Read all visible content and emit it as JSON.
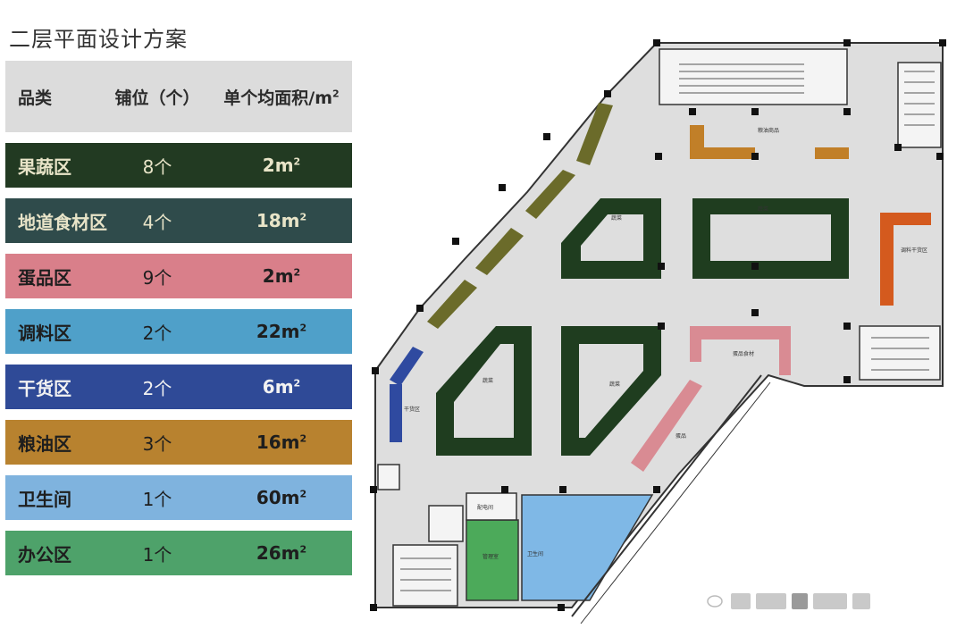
{
  "title": "二层平面设计方案",
  "table": {
    "headers": {
      "category": "品类",
      "stalls": "铺位（个）",
      "area": "单个均面积/m"
    },
    "area_unit_sup": "2",
    "rows": [
      {
        "category": "果蔬区",
        "stalls": "8个",
        "area": "2m",
        "bg": "#223a22",
        "fg": "#e8e4c8"
      },
      {
        "category": "地道食材区",
        "stalls": "4个",
        "area": "18m",
        "bg": "#2f4b4b",
        "fg": "#e8e4c8"
      },
      {
        "category": "蛋品区",
        "stalls": "9个",
        "area": "2m",
        "bg": "#d97f8a",
        "fg": "#1e1e1e"
      },
      {
        "category": "调料区",
        "stalls": "2个",
        "area": "22m",
        "bg": "#4fa0c9",
        "fg": "#1e1e1e"
      },
      {
        "category": "干货区",
        "stalls": "2个",
        "area": "6m",
        "bg": "#2f4a97",
        "fg": "#f2f2f2"
      },
      {
        "category": "粮油区",
        "stalls": "3个",
        "area": "16m",
        "bg": "#b8822f",
        "fg": "#1e1e1e"
      },
      {
        "category": "卫生间",
        "stalls": "1个",
        "area": "60m",
        "bg": "#7fb3de",
        "fg": "#1e1e1e"
      },
      {
        "category": "办公区",
        "stalls": "1个",
        "area": "26m",
        "bg": "#4ea26a",
        "fg": "#1e1e1e"
      }
    ]
  },
  "plan": {
    "labels": {
      "fruit_veg_1": "蔬菜",
      "fruit_veg_2": "蔬菜",
      "fruit_veg_3": "蔬菜",
      "fruit_veg_4": "蔬菜",
      "egg_top": "蛋品食材",
      "egg_bottom": "蛋品",
      "seasoning": "调料干货区",
      "dry_goods": "干货区",
      "grain_oil": "粮油商品",
      "office": "管理室",
      "distribution": "配电间",
      "toilet": "卫生间"
    },
    "colors": {
      "floor": "#dedede",
      "wall": "#1a1a1a",
      "veg": "#1f3d1f",
      "local": "#6b6b2a",
      "egg": "#d98b93",
      "seasoning": "#d45a1e",
      "dry": "#2f4aa0",
      "grain": "#c17f28",
      "toilet": "#7fb8e6",
      "office": "#4caa5a"
    }
  }
}
